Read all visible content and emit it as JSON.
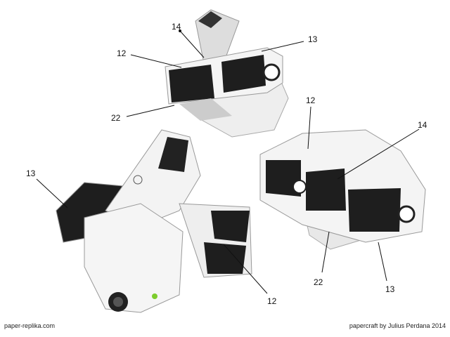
{
  "callouts": {
    "top": {
      "a": "14",
      "b": "12",
      "c": "13",
      "d": "22"
    },
    "left": {
      "a": "13",
      "b": "12"
    },
    "right": {
      "a": "12",
      "b": "14",
      "c": "22",
      "d": "13"
    }
  },
  "footer": {
    "left": "paper-replika.com",
    "right": "papercraft by Julius Perdana 2014"
  },
  "colors": {
    "paper": "#f2f2f2",
    "dark": "#1e1e1e",
    "accent_dot": "#cc1010",
    "led": "#7ccc2c"
  }
}
